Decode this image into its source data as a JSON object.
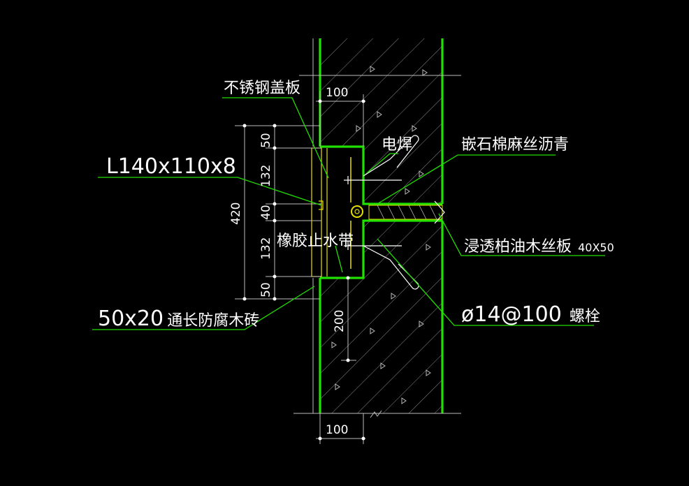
{
  "labels": {
    "stainless_cover": "不锈钢盖板",
    "weld": "电焊",
    "angle_steel": "L140x110x8",
    "asbestos": "嵌石棉麻丝沥青",
    "rubber_waterstop": "橡胶止水带",
    "cypress_board": "浸透柏油木丝板",
    "cypress_size": "40X50",
    "wood_brick_size": "50x20",
    "wood_brick": "通长防腐木砖",
    "bolt_spec": "ø14@100",
    "bolt": "螺栓"
  },
  "dimensions": {
    "top_width": "100",
    "bottom_width": "100",
    "d50_top": "50",
    "d132_top": "132",
    "d40": "40",
    "d132_bottom": "132",
    "d50_bottom": "50",
    "total": "420",
    "d200": "200"
  },
  "colors": {
    "background": "#000000",
    "wall": "#22e000",
    "leader": "#22e000",
    "dim_line": "#bdbdbd",
    "plate": "#e8e000"
  }
}
